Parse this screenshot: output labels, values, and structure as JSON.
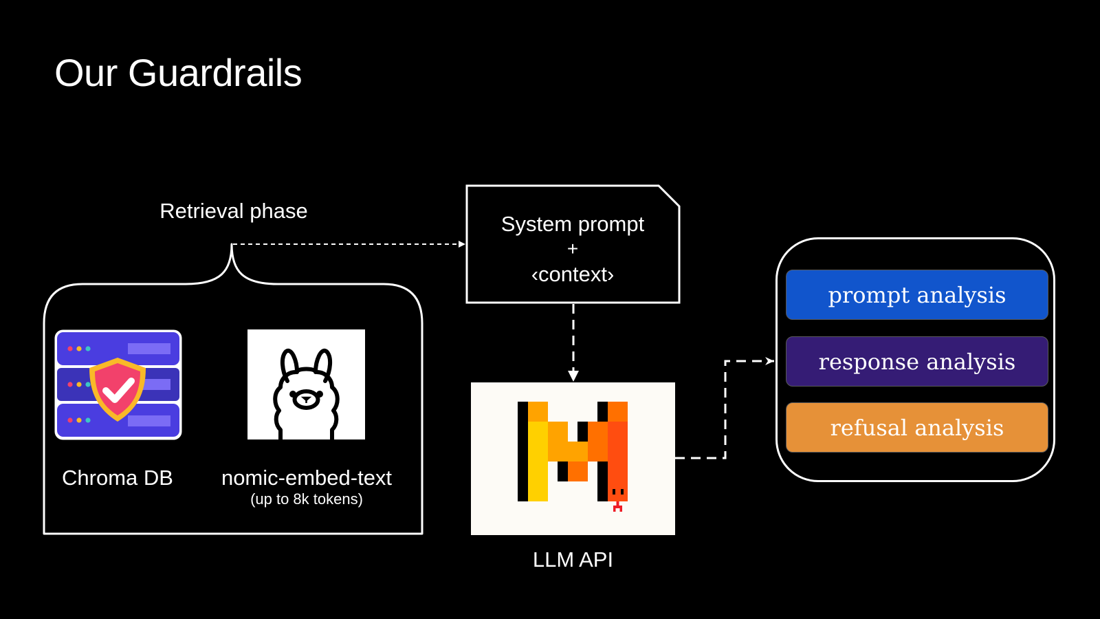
{
  "slide": {
    "title": "Our Guardrails"
  },
  "retrieval": {
    "label": "Retrieval phase",
    "items": [
      {
        "name": "Chroma DB",
        "icon": "chroma-db-shield-server-icon"
      },
      {
        "name": "nomic-embed-text",
        "subtitle": "(up to 8k tokens)",
        "icon": "ollama-llama-icon"
      }
    ]
  },
  "system_prompt": {
    "line1": "System prompt",
    "line2": "+",
    "line3": "‹context›"
  },
  "llm": {
    "label": "LLM API",
    "icon": "mistral-logo-icon"
  },
  "analysis": {
    "items": [
      {
        "label": "prompt analysis",
        "color": "#1155cc"
      },
      {
        "label": "response analysis",
        "color": "#351c75"
      },
      {
        "label": "refusal analysis",
        "color": "#e69138"
      }
    ]
  },
  "colors": {
    "background": "#000000",
    "foreground": "#ffffff",
    "chroma_server": "#4a3de0",
    "chroma_server_mid": "#3b33b8",
    "chroma_shield": "#f2416b",
    "chroma_shield_border": "#f9b928",
    "llm_card_bg": "#fdfbf6"
  }
}
